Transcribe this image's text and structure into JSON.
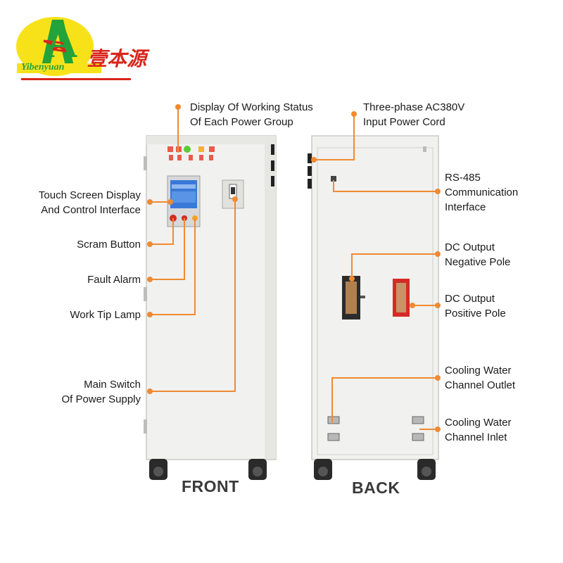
{
  "logo": {
    "letter": "A",
    "brand_latin": "Yibenyuan",
    "brand_cn": "壹本源"
  },
  "front": {
    "caption": "FRONT",
    "callouts": {
      "display_status_1": "Display Of Working Status",
      "display_status_2": "Of Each Power Group",
      "touch_screen_1": "Touch Screen Display",
      "touch_screen_2": "And Control Interface",
      "scram": "Scram Button",
      "fault": "Fault Alarm",
      "work_tip": "Work Tip Lamp",
      "main_switch_1": "Main Switch",
      "main_switch_2": "Of Power Supply"
    }
  },
  "back": {
    "caption": "BACK",
    "callouts": {
      "ac_input_1": "Three-phase AC380V",
      "ac_input_2": "Input Power Cord",
      "rs485_1": "RS-485",
      "rs485_2": "Communication",
      "rs485_3": "Interface",
      "dc_neg_1": "DC Output",
      "dc_neg_2": "Negative Pole",
      "dc_pos_1": "DC Output",
      "dc_pos_2": "Positive Pole",
      "water_out_1": "Cooling Water",
      "water_out_2": "Channel Outlet",
      "water_in_1": "Cooling Water",
      "water_in_2": "Channel Inlet"
    }
  },
  "colors": {
    "callout": "#f08a32",
    "cabinet": "#f1f1ef",
    "logo_yellow": "#f7e21a",
    "logo_green": "#23a33a",
    "logo_red": "#d9261c"
  }
}
